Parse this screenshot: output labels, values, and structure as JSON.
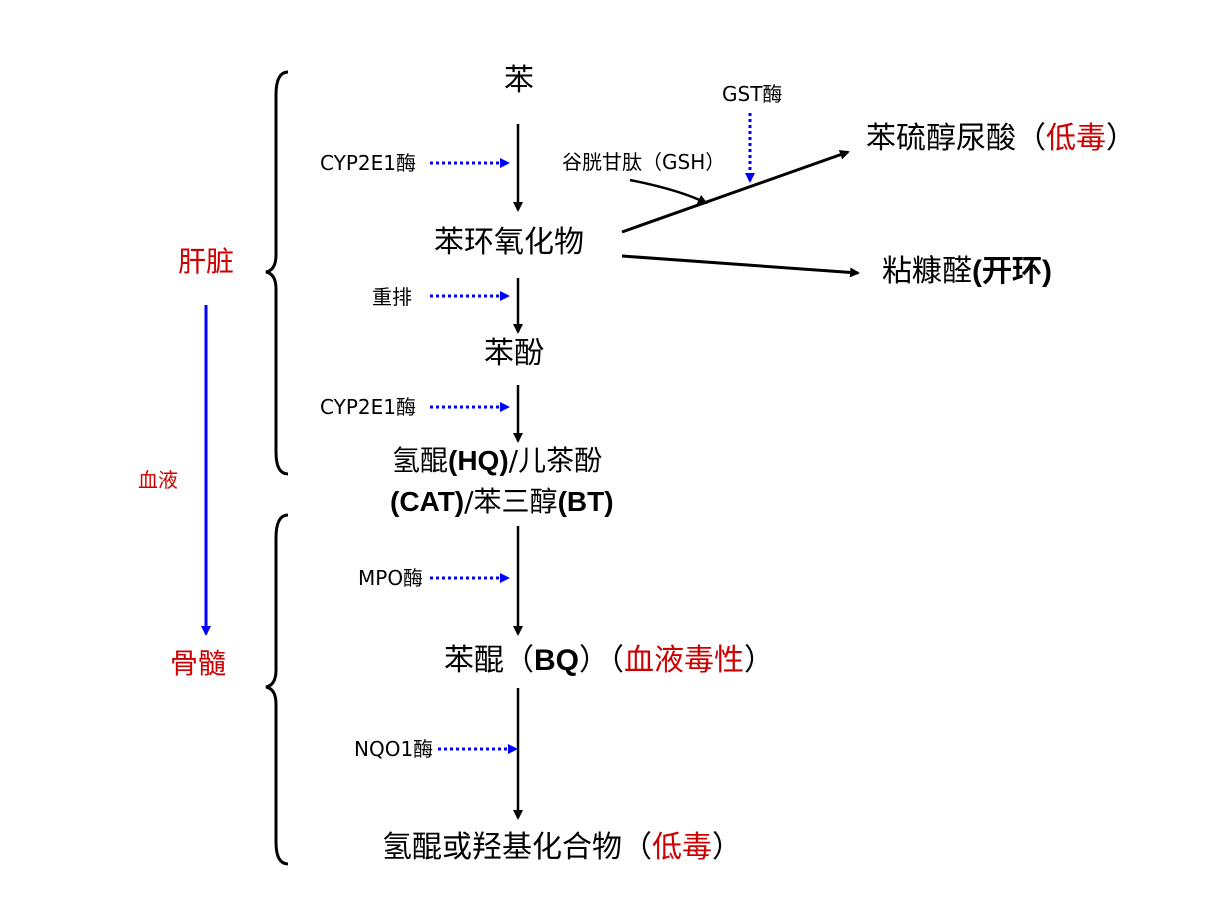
{
  "colors": {
    "red": "#cc0000",
    "blue": "#0000ff",
    "black": "#000000"
  },
  "organs": {
    "liver": "肝脏",
    "blood": "血液",
    "marrow": "骨髓"
  },
  "nodes": {
    "benzene": "苯",
    "epoxide": "苯环氧化物",
    "phenol": "苯酚",
    "hq_line1_a": "氢醌",
    "hq_line1_b": "(HQ)",
    "hq_line1_c": "/儿茶酚",
    "hq_line2_a": "(CAT)",
    "hq_line2_b": "/苯三醇",
    "hq_line2_c": "(BT)",
    "bq_a": "苯醌（",
    "bq_b": "BQ",
    "bq_c": "）（",
    "bq_red": "血液毒性",
    "bq_d": "）",
    "final_a": "氢醌或羟基化合物（",
    "final_red": "低毒",
    "final_b": "）",
    "spma_a": "苯硫醇尿酸（",
    "spma_red": "低毒",
    "spma_b": "）",
    "muconaldehyde_a": "粘糠醛",
    "muconaldehyde_b": "(开环)"
  },
  "enzymes": {
    "cyp_1": "CYP2E1酶",
    "rearrange": "重排",
    "cyp_2": "CYP2E1酶",
    "mpo": "MPO酶",
    "nqo1": "NQO1酶",
    "gst": "GST酶",
    "gsh": "谷胱甘肽（GSH）"
  }
}
